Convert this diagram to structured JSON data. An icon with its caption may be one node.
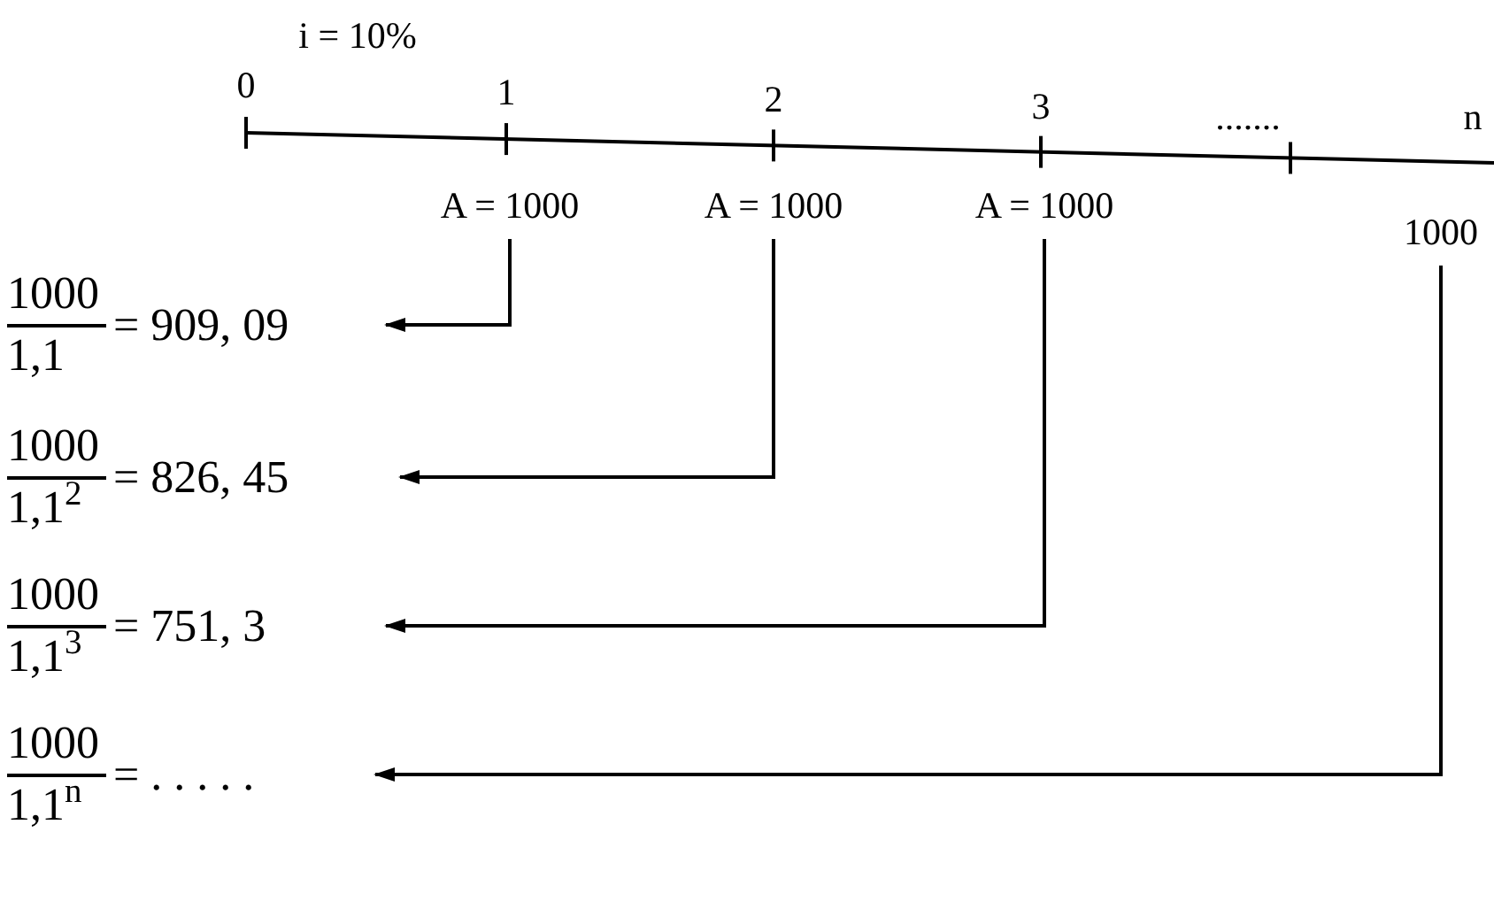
{
  "diagram": {
    "nodes": [
      {
        "text": [
          "A = 1000"
        ]
      },
      {
        "text": [
          "A = 1000"
        ]
      },
      {
        "text": [
          "A = 1000"
        ]
      },
      {
        "text": [
          "1000"
        ]
      },
      {
        "text": [
          "1000",
          "1,1",
          "= 909, 09"
        ]
      },
      {
        "text": [
          "1000",
          "1,1$^{2}$",
          "= 826, 45"
        ]
      },
      {
        "text": [
          "1000",
          "1,1$^{3}$",
          "= 751, 3"
        ]
      },
      {
        "text": [
          "1000",
          "1,1$^{n}$",
          "= . . . . ."
        ]
      }
    ],
    "edges": [
      {
        "from": 0,
        "to": 4,
        "arrow": "to"
      },
      {
        "from": 1,
        "to": 5,
        "arrow": "to"
      },
      {
        "from": 2,
        "to": 6,
        "arrow": "to"
      },
      {
        "from": 3,
        "to": 7,
        "arrow": "to"
      }
    ],
    "labels": [
      "i = 10%",
      "0",
      "1",
      "2",
      "3",
      ".......",
      "n"
    ]
  }
}
